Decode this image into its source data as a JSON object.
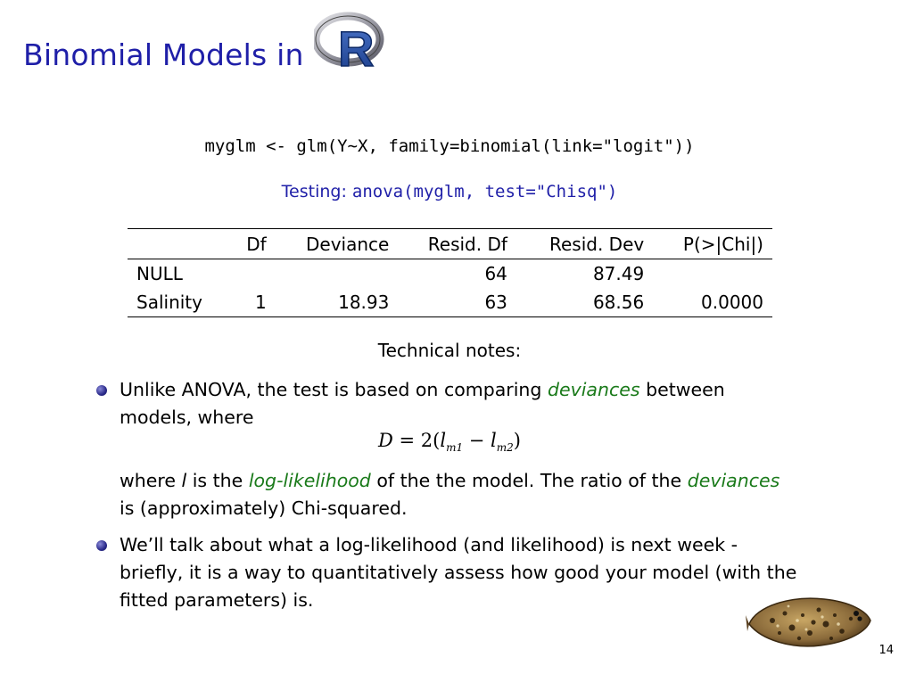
{
  "title": "Binomial Models in",
  "logo_letter": "R",
  "code_line": "myglm <- glm(Y∼X, family=binomial(link=\"logit\"))",
  "testing": {
    "label": "Testing:",
    "code": "anova(myglm, test=\"Chisq\")"
  },
  "table": {
    "headers": [
      "",
      "Df",
      "Deviance",
      "Resid. Df",
      "Resid. Dev",
      "P(>|Chi|)"
    ],
    "rows": [
      [
        "NULL",
        "",
        "",
        "64",
        "87.49",
        ""
      ],
      [
        "Salinity",
        "1",
        "18.93",
        "63",
        "68.56",
        "0.0000"
      ]
    ]
  },
  "notes_heading": "Technical notes:",
  "bullet1": {
    "pre": "Unlike ANOVA, the test is based on comparing",
    "emph": "deviances",
    "post": "between",
    "line2": "models, where"
  },
  "formula": {
    "lhs": "D",
    "eq": "= 2(",
    "l1": "l",
    "s1": "m1",
    "minus": " − ",
    "l2": "l",
    "s2": "m2",
    "close": ")"
  },
  "bullet1b": {
    "pre": "where",
    "var": "l",
    "mid": "is the",
    "emph1": "log-likelihood",
    "mid2": "of the the model.  The ratio of the",
    "emph2": "deviances",
    "line2": "is (approximately) Chi-squared."
  },
  "bullet2": {
    "line1": "We’ll talk about what a log-likelihood (and likelihood) is next week -",
    "line2": "briefly, it is a way to quantitatively assess how good your model (with the",
    "line3": "fitted parameters) is."
  },
  "page_number": "14",
  "colors": {
    "title": "#1f1fa8",
    "emphasis": "#1a7a1a",
    "bullet": "#2a2a8a"
  }
}
